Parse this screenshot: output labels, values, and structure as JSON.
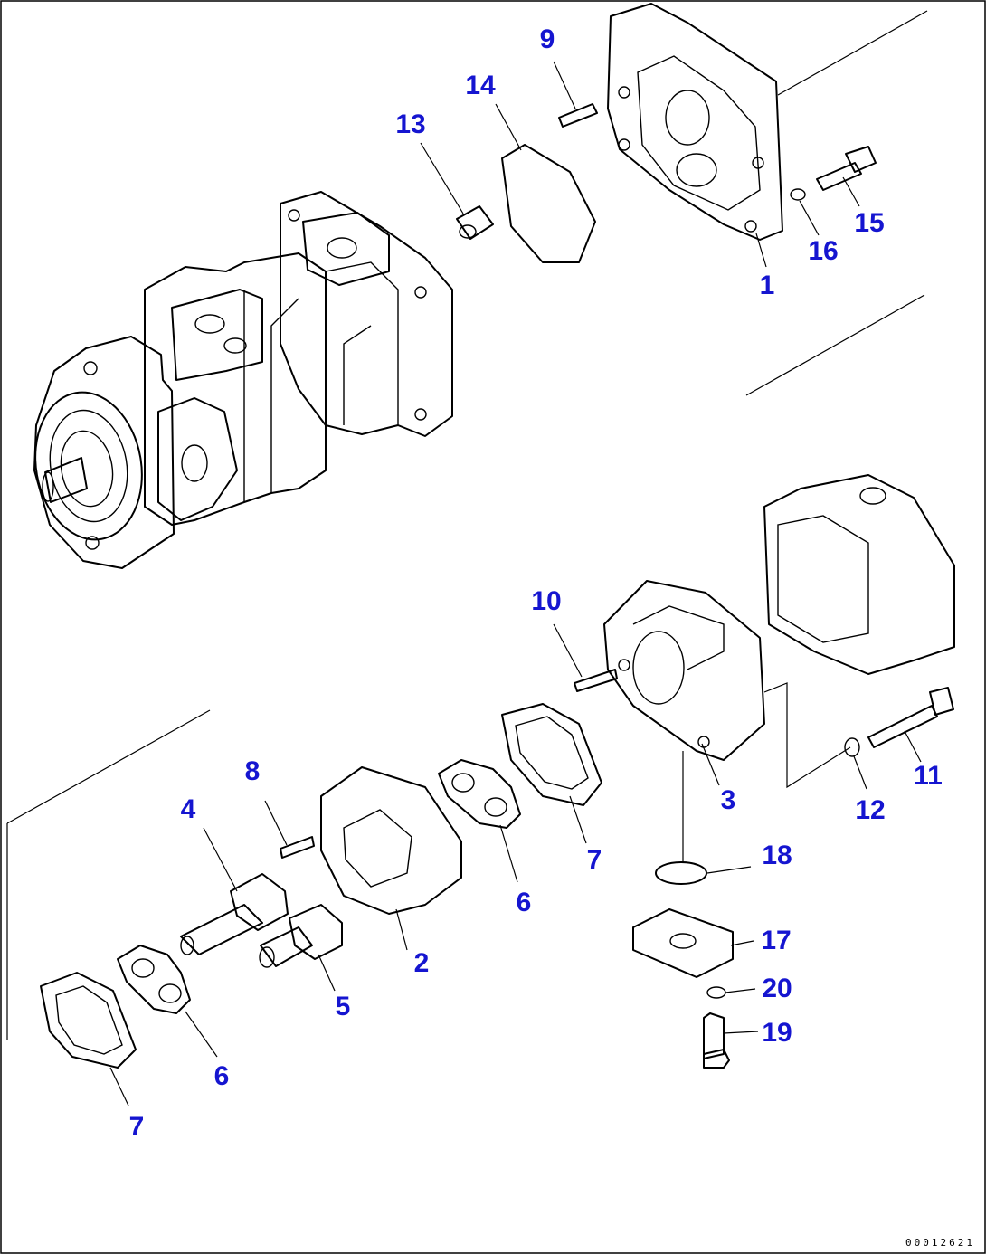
{
  "colors": {
    "callout": "#1515d0",
    "line": "#000000",
    "background": "#ffffff"
  },
  "drawing_id": "00012621",
  "callouts": [
    {
      "id": "c1",
      "label": "1"
    },
    {
      "id": "c2",
      "label": "2"
    },
    {
      "id": "c3",
      "label": "3"
    },
    {
      "id": "c4",
      "label": "4"
    },
    {
      "id": "c5",
      "label": "5"
    },
    {
      "id": "c6a",
      "label": "6"
    },
    {
      "id": "c6b",
      "label": "6"
    },
    {
      "id": "c7a",
      "label": "7"
    },
    {
      "id": "c7b",
      "label": "7"
    },
    {
      "id": "c8",
      "label": "8"
    },
    {
      "id": "c9",
      "label": "9"
    },
    {
      "id": "c10",
      "label": "10"
    },
    {
      "id": "c11",
      "label": "11"
    },
    {
      "id": "c12",
      "label": "12"
    },
    {
      "id": "c13",
      "label": "13"
    },
    {
      "id": "c14",
      "label": "14"
    },
    {
      "id": "c15",
      "label": "15"
    },
    {
      "id": "c16",
      "label": "16"
    },
    {
      "id": "c17",
      "label": "17"
    },
    {
      "id": "c18",
      "label": "18"
    },
    {
      "id": "c19",
      "label": "19"
    },
    {
      "id": "c20",
      "label": "20"
    }
  ]
}
